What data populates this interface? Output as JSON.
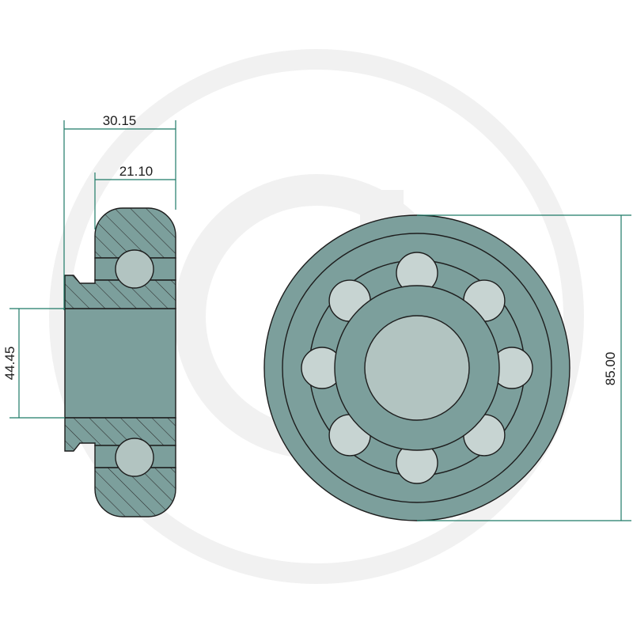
{
  "drawing": {
    "colors": {
      "metal": "#7c9f9c",
      "ball": "#b2c4c1",
      "ball_window": "#c7d4d2",
      "outline": "#1d1d1d",
      "dimension": "#1f7a67",
      "watermark": "#f1f1f1"
    },
    "dimensions": {
      "overall_width": "30.15",
      "ring_width": "21.10",
      "bore_diameter": "44.45",
      "outer_diameter": "85.00"
    },
    "ball_count": 8
  }
}
